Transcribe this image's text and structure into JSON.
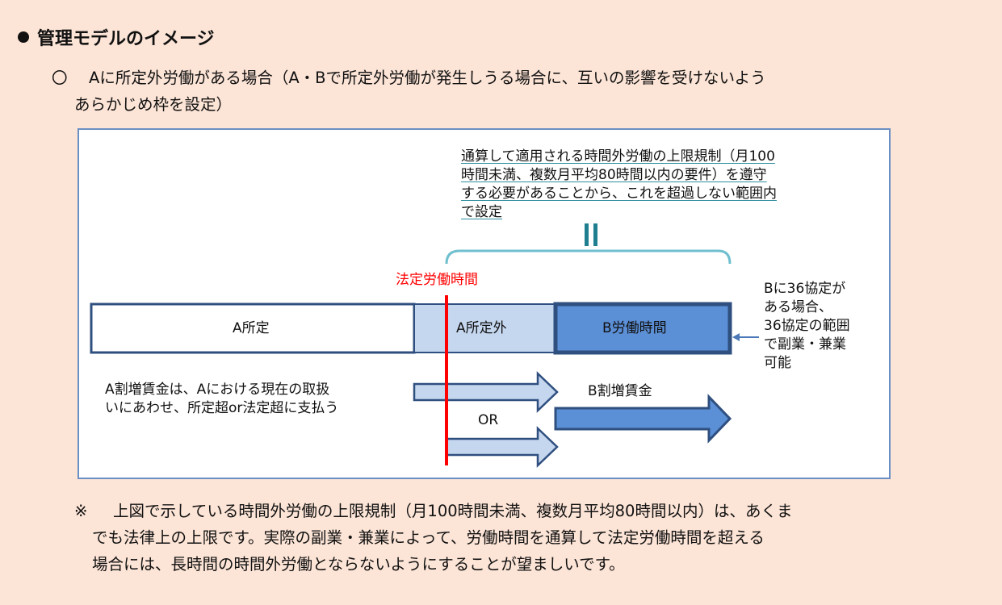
{
  "heading": "管理モデルのイメージ",
  "subtitle": {
    "mark": "〇",
    "line1": "Aに所定外労働がある場合（A・Bで所定外労働が発生しうる場合に、互いの影響を受けないよう",
    "line2": "あらかじめ枠を設定）"
  },
  "diagram": {
    "callout_lines": [
      "通算して適用される時間外労働の上限規制（月100",
      "時間未満、複数月平均80時間以内の要件）を遵守",
      "する必要があることから、これを超過しない範囲内",
      "で設定"
    ],
    "legal_hours_label": "法定労働時間",
    "bar_a_scheduled": "A所定",
    "bar_a_overtime": "A所定外",
    "bar_b_hours": "B労働時間",
    "b_note_lines": [
      "Bに36協定が",
      "ある場合、",
      "36協定の範囲",
      "で副業・兼業",
      "可能"
    ],
    "a_premium_lines": [
      "A割増賃金は、Aにおける現在の取扱",
      "いにあわせ、所定超or法定超に支払う"
    ],
    "or_label": "OR",
    "b_premium": "B割増賃金",
    "colors": {
      "bar_border": "#2f4f7f",
      "a_overtime_fill": "#c5d6ef",
      "b_fill": "#5b8fd6",
      "legal_line": "#ff0000",
      "brace": "#6fbfcf"
    }
  },
  "note": {
    "mark": "※",
    "line1": "上図で示している時間外労働の上限規制（月100時間未満、複数月平均80時間以内）は、あくま",
    "line2": "でも法律上の上限です。実際の副業・兼業によって、労働時間を通算して法定労働時間を超える",
    "line3": "場合には、長時間の時間外労働とならないようにすることが望ましいです。"
  }
}
